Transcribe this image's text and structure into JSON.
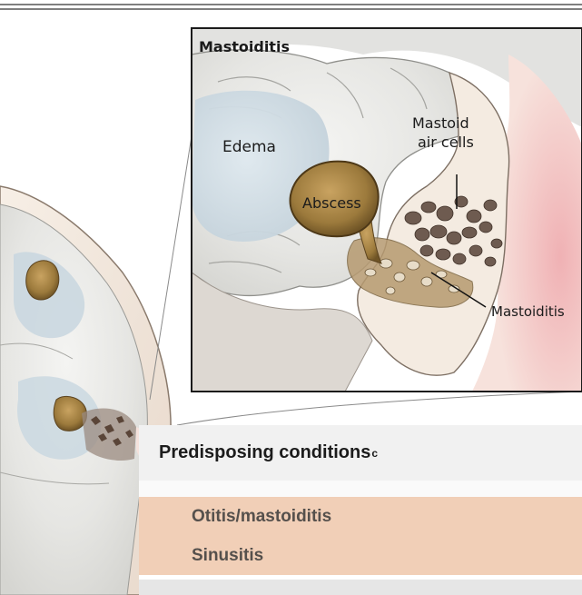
{
  "illustration": {
    "inset_title": "Mastoiditis",
    "labels": {
      "edema": "Edema",
      "abscess": "Abscess",
      "mastoid_air_cells_line1": "Mastoid",
      "mastoid_air_cells_line2": "air cells",
      "mastoiditis": "Mastoiditis"
    }
  },
  "table": {
    "header": "Predisposing conditions",
    "header_superscript": "c",
    "rows": [
      {
        "label": "Otitis/mastoiditis"
      },
      {
        "label": "Sinusitis"
      }
    ]
  }
}
